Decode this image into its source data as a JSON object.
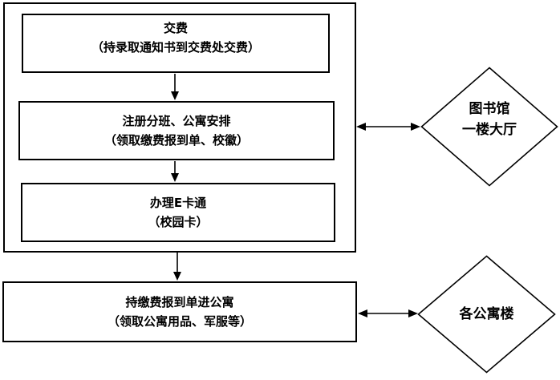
{
  "canvas": {
    "background": "#ffffff",
    "line_color": "#000000",
    "text_color": "#000000"
  },
  "nodes": {
    "pay_fee": {
      "line1": "交费",
      "line2": "（持录取通知书到交费处交费）"
    },
    "register": {
      "line1": "注册分班、公寓安排",
      "line2": "（领取缴费报到单、校徽）"
    },
    "ecard": {
      "line1": "办理E卡通",
      "line2": "（校园卡）"
    },
    "enter_apartment": {
      "line1": "持缴费报到单进公寓",
      "line2": "（领取公寓用品、军服等）"
    },
    "library": {
      "line1": "图书馆",
      "line2": "一楼大厅"
    },
    "apartment_buildings": {
      "line1": "各公寓楼"
    }
  }
}
